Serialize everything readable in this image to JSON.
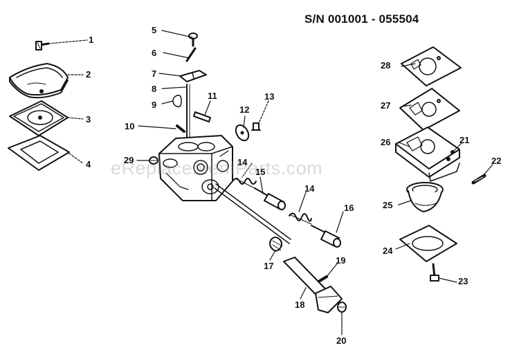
{
  "header": {
    "serial_range": "S/N 001001 - 055504"
  },
  "watermark": "eReplacementParts.com",
  "callouts": [
    {
      "id": "p1",
      "label": "1"
    },
    {
      "id": "p2",
      "label": "2"
    },
    {
      "id": "p3",
      "label": "3"
    },
    {
      "id": "p4",
      "label": "4"
    },
    {
      "id": "p5",
      "label": "5"
    },
    {
      "id": "p6",
      "label": "6"
    },
    {
      "id": "p7",
      "label": "7"
    },
    {
      "id": "p8",
      "label": "8"
    },
    {
      "id": "p9",
      "label": "9"
    },
    {
      "id": "p10",
      "label": "10"
    },
    {
      "id": "p11",
      "label": "11"
    },
    {
      "id": "p12",
      "label": "12"
    },
    {
      "id": "p13",
      "label": "13"
    },
    {
      "id": "p14a",
      "label": "14"
    },
    {
      "id": "p14b",
      "label": "14"
    },
    {
      "id": "p15",
      "label": "15"
    },
    {
      "id": "p16",
      "label": "16"
    },
    {
      "id": "p17",
      "label": "17"
    },
    {
      "id": "p18",
      "label": "18"
    },
    {
      "id": "p19",
      "label": "19"
    },
    {
      "id": "p20",
      "label": "20"
    },
    {
      "id": "p21",
      "label": "21"
    },
    {
      "id": "p22",
      "label": "22"
    },
    {
      "id": "p23",
      "label": "23"
    },
    {
      "id": "p24",
      "label": "24"
    },
    {
      "id": "p25",
      "label": "25"
    },
    {
      "id": "p26",
      "label": "26"
    },
    {
      "id": "p27",
      "label": "27"
    },
    {
      "id": "p28",
      "label": "28"
    },
    {
      "id": "p29",
      "label": "29"
    }
  ]
}
